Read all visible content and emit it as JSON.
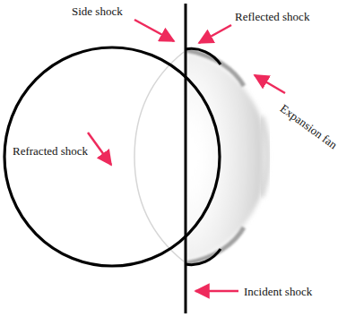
{
  "diagram": {
    "labels": [
      "Side shock",
      "Reflected shock",
      "Expansion fan",
      "Refracted  shock",
      "Incident shock"
    ]
  }
}
